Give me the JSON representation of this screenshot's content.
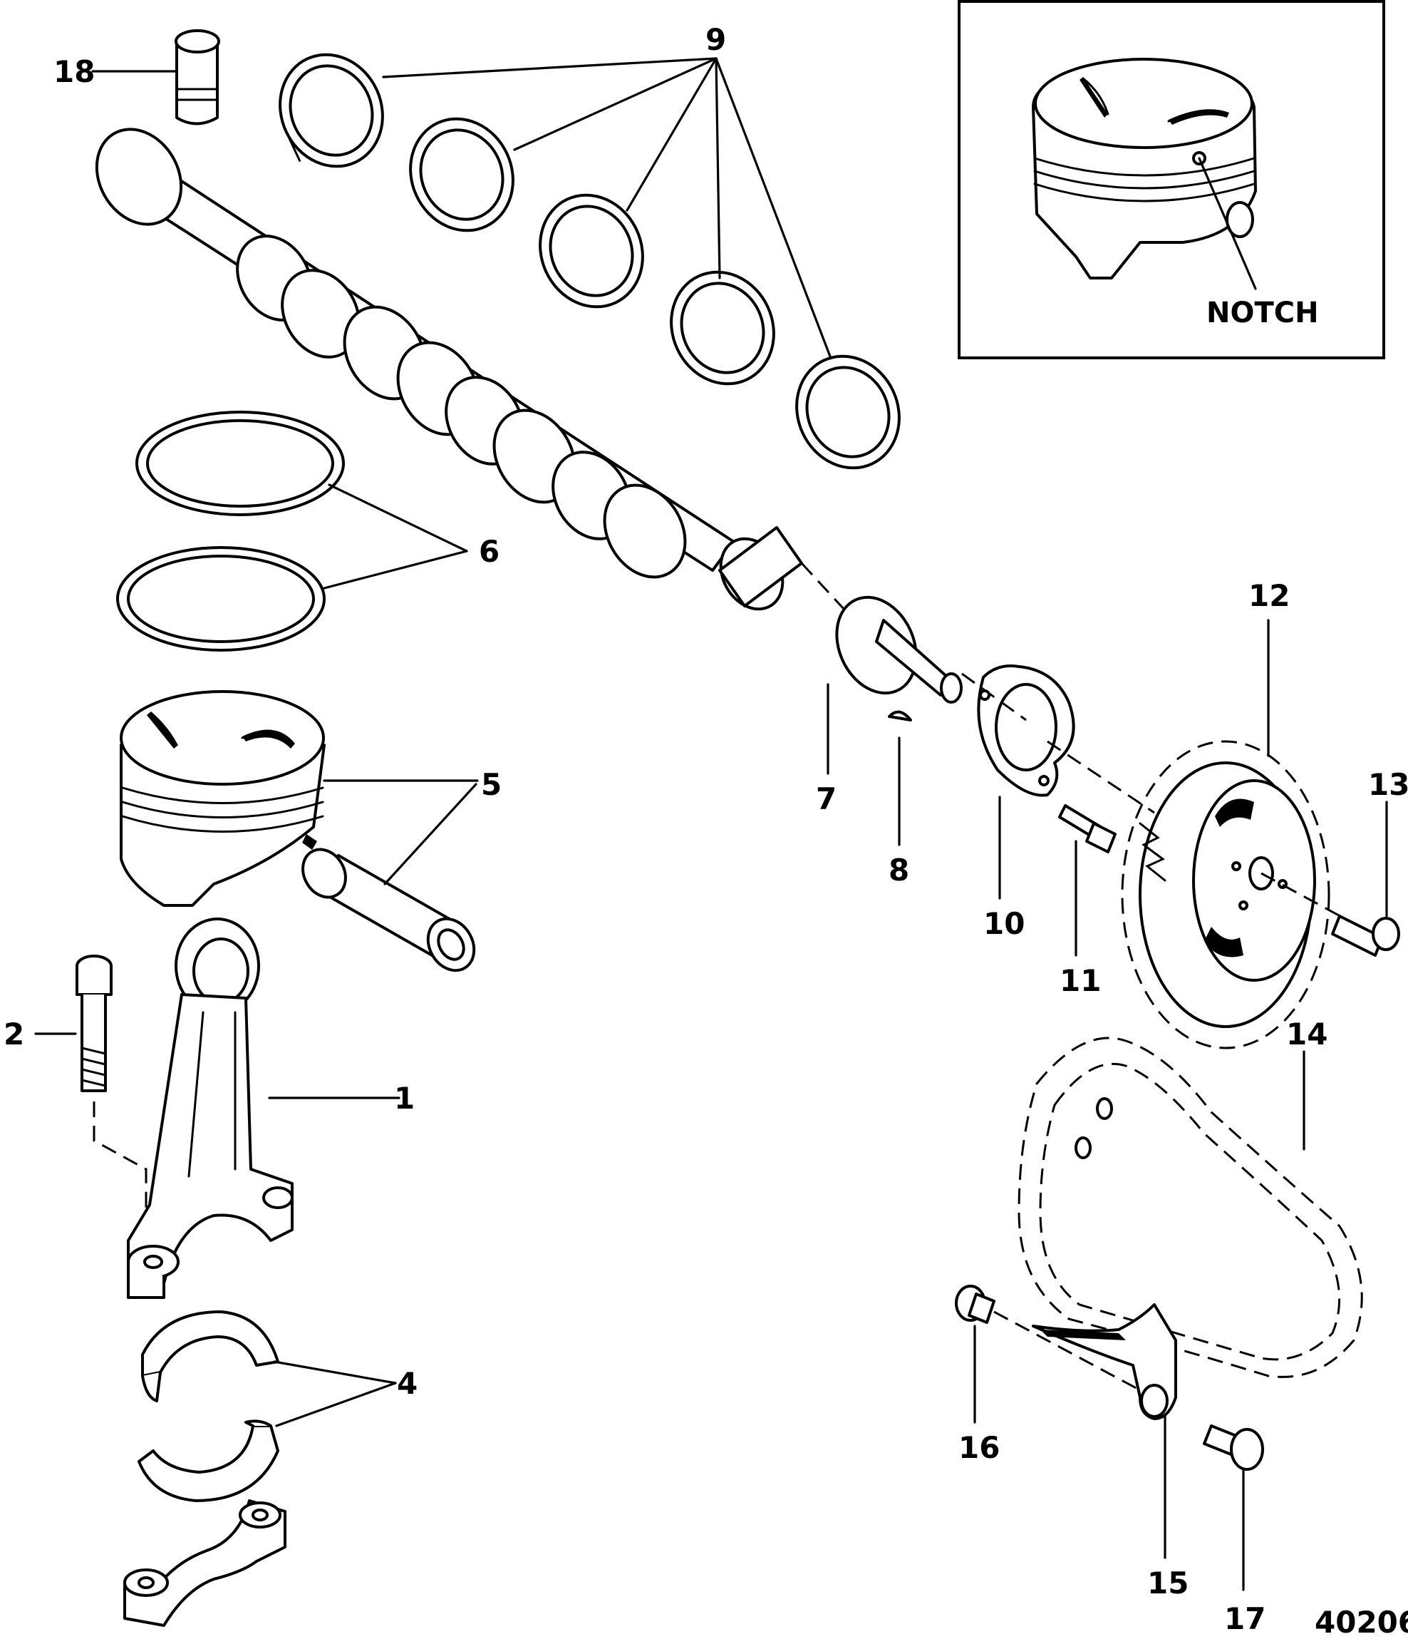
{
  "callouts": {
    "c1": "1",
    "c2": "2",
    "c4": "4",
    "c5": "5",
    "c6": "6",
    "c7": "7",
    "c8": "8",
    "c9": "9",
    "c10": "10",
    "c11": "11",
    "c12": "12",
    "c13": "13",
    "c14": "14",
    "c15": "15",
    "c16": "16",
    "c17": "17",
    "c18": "18"
  },
  "inset": {
    "notch_label": "NOTCH"
  },
  "figure_id": "40206"
}
